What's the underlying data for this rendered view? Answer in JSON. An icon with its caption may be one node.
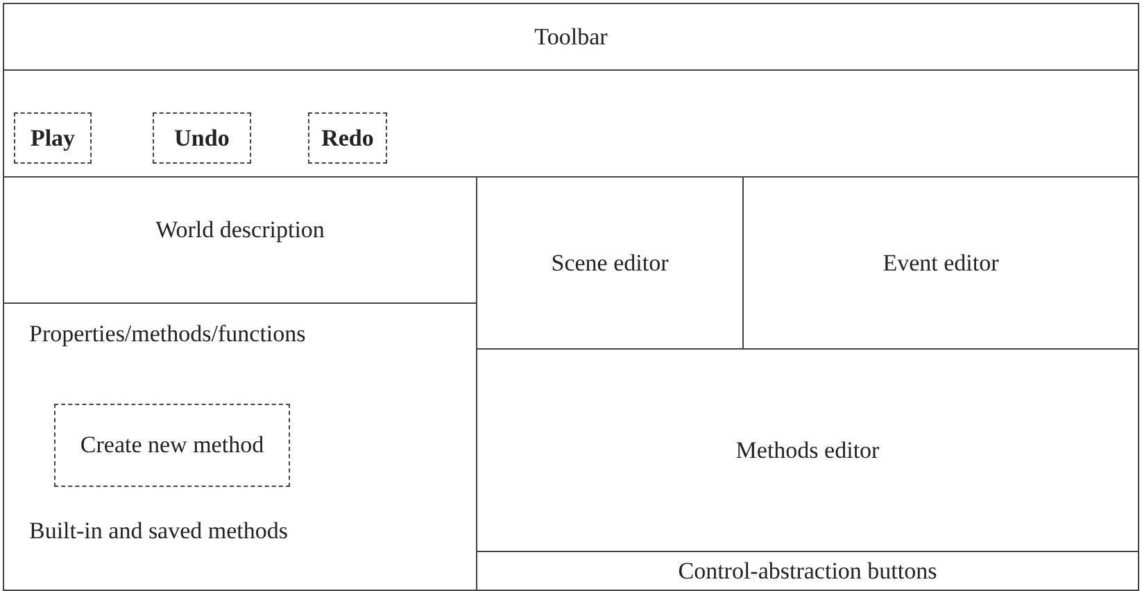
{
  "diagram": {
    "nodes": [
      {
        "text": [
          "Toolbar"
        ]
      },
      {
        "text": [
          "Play"
        ]
      },
      {
        "text": [
          "Undo"
        ]
      },
      {
        "text": [
          "Redo"
        ]
      },
      {
        "text": [
          "World description"
        ]
      },
      {
        "text": [
          "Properties/methods/functions",
          "Built-in and saved methods"
        ]
      },
      {
        "text": [
          "Create new method"
        ],
        "in": 5
      },
      {
        "text": [
          "Scene editor"
        ]
      },
      {
        "text": [
          "Event editor"
        ]
      },
      {
        "text": [
          "Methods editor"
        ]
      },
      {
        "text": [
          "Control-abstraction buttons"
        ]
      }
    ],
    "edges": []
  }
}
